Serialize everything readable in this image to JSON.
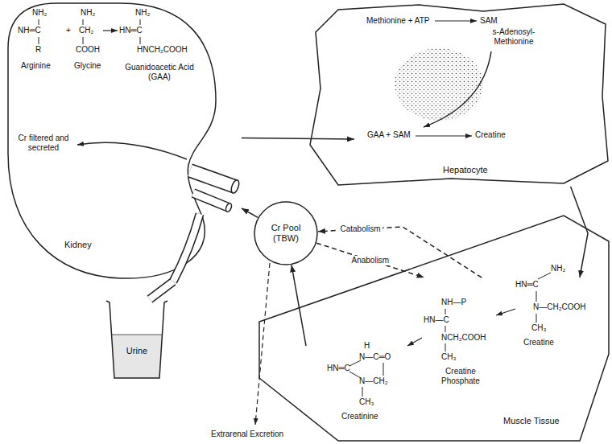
{
  "diagram": {
    "nodes": [
      {
        "text": [
          "Kidney"
        ]
      },
      {
        "text": [
          "Hepatocyte"
        ]
      },
      {
        "text": [
          "Cr Pool (TBW)"
        ]
      },
      {
        "text": [
          "Muscle Tissue"
        ]
      },
      {
        "text": [
          "Urine"
        ]
      }
    ],
    "edges": [
      {
        "from": 0,
        "to": 1,
        "arrow": "to"
      },
      {
        "from": 1,
        "to": 3,
        "arrow": "to"
      },
      {
        "from": 3,
        "to": 2,
        "arrow": "to"
      },
      {
        "from": 2,
        "to": 0,
        "arrow": "to"
      },
      {
        "from": 0,
        "to": 4,
        "arrow": "none"
      },
      {
        "from": 2,
        "to": 3,
        "label": "Anabolism",
        "arrow": "to"
      },
      {
        "from": 3,
        "to": 2,
        "label": "Catabolism",
        "arrow": "to"
      }
    ],
    "labels": [
      "NH₂",
      "NH═C",
      "R",
      "Arginine",
      "NH₂",
      "+",
      "CH₂",
      "COOH",
      "Glycine",
      "NH₂",
      "HN═C",
      "HNCH₂COOH",
      "Guanidoacetic Acid (GAA)",
      "Cr filtered and secreted",
      "Methionine + ATP",
      "SAM",
      "s-Adenosyl-Methionine",
      "GAA + SAM",
      "Creatine",
      "NH₂",
      "HN═C",
      "N—CH₂COOH",
      "CH₃",
      "Creatine",
      "NH—P",
      "HN—C",
      "NCH₂COOH",
      "CH₃",
      "Creatine Phosphate",
      "H",
      "N—C═O",
      "HN═C",
      "N—CH₂",
      "CH₃",
      "Creatinine",
      "Extrarenal Excretion"
    ]
  }
}
